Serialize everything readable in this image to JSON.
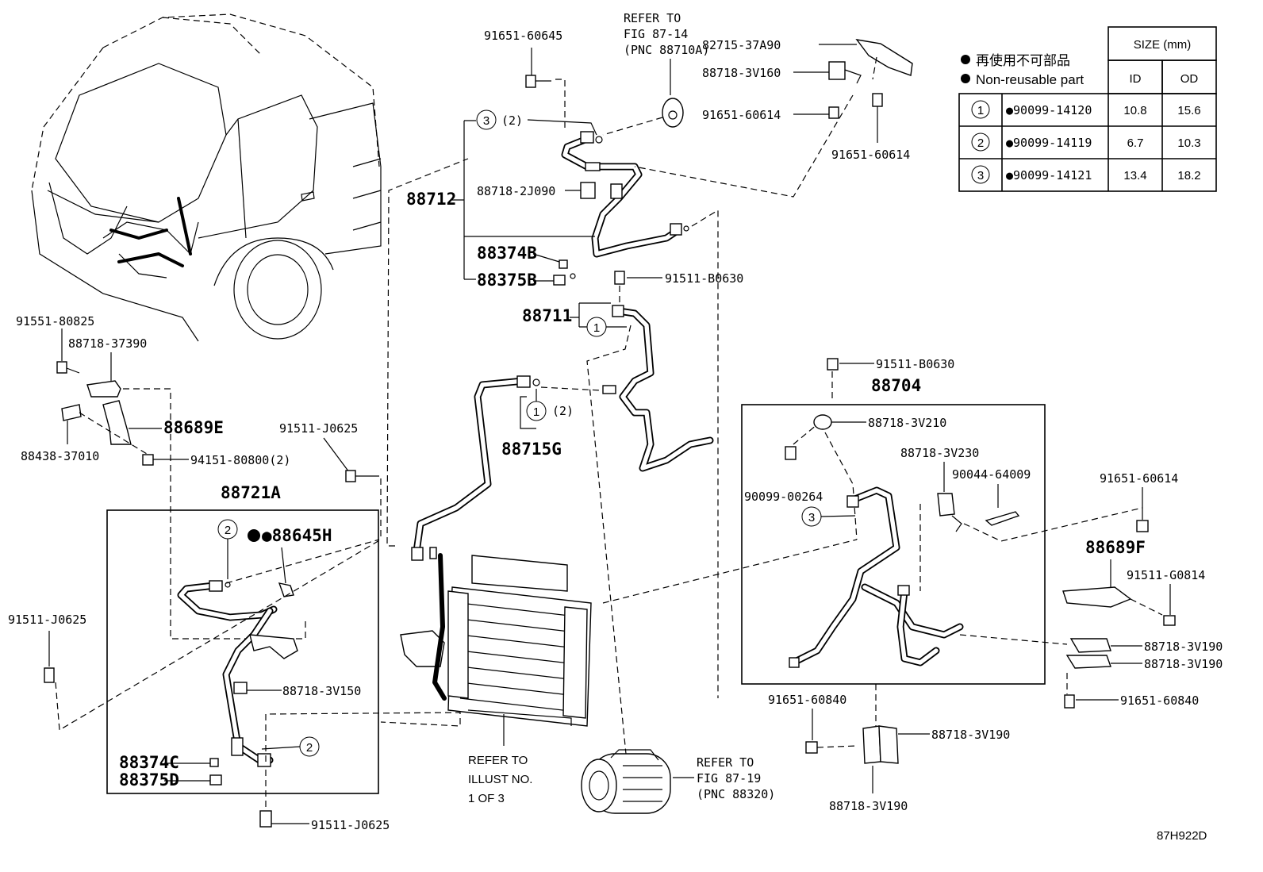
{
  "diagram_code": "87H922D",
  "legend": {
    "jp_note": "再使用不可部品",
    "en_note": "Non-reusable part",
    "size_header": "SIZE (mm)",
    "col_id": "ID",
    "col_od": "OD",
    "rows": [
      {
        "num": "1",
        "part": "●90099-14120",
        "id": "10.8",
        "od": "15.6"
      },
      {
        "num": "2",
        "part": "●90099-14119",
        "id": "6.7",
        "od": "10.3"
      },
      {
        "num": "3",
        "part": "●90099-14121",
        "id": "13.4",
        "od": "18.2"
      }
    ]
  },
  "refs": {
    "r1_l1": "REFER TO",
    "r1_l2": "FIG 87-14",
    "r1_l3": "(PNC 88710A)",
    "r2_l1": "REFER TO",
    "r2_l2": "ILLUST NO.",
    "r2_l3": "1 OF 3",
    "r3_l1": "REFER TO",
    "r3_l2": "FIG 87-19",
    "r3_l3": "(PNC 88320)"
  },
  "callouts": {
    "c1": "1",
    "c2": "2",
    "c3": "3",
    "qty2": "(2)"
  },
  "labels": {
    "p91651_60645": "91651-60645",
    "p82715_37A90": "82715-37A90",
    "p88718_3V160": "88718-3V160",
    "p91651_60614a": "91651-60614",
    "p91651_60614b": "91651-60614",
    "p91651_60614c": "91651-60614",
    "p88712": "88712",
    "p88718_2J090": "88718-2J090",
    "p88374B": "88374B",
    "p88375B": "88375B",
    "p91511_B0630a": "91511-B0630",
    "p91511_B0630b": "91511-B0630",
    "p88711": "88711",
    "p88715G": "88715G",
    "p91551_80825": "91551-80825",
    "p88718_37390": "88718-37390",
    "p88689E": "88689E",
    "p88438_37010": "88438-37010",
    "p94151_80800": "94151-80800(2)",
    "p91511_J0625a": "91511-J0625",
    "p91511_J0625b": "91511-J0625",
    "p91511_J0625c": "91511-J0625",
    "p88721A": "88721A",
    "p88645H": "●88645H",
    "p88718_3V150": "88718-3V150",
    "p88374C": "88374C",
    "p88375D": "88375D",
    "p88704": "88704",
    "p88718_3V210": "88718-3V210",
    "p90099_00264": "90099-00264",
    "p88718_3V230": "88718-3V230",
    "p90044_64009": "90044-64009",
    "p88689F": "88689F",
    "p91511_G0814": "91511-G0814",
    "p88718_3V190a": "88718-3V190",
    "p88718_3V190b": "88718-3V190",
    "p88718_3V190c": "88718-3V190",
    "p88718_3V190d": "88718-3V190",
    "p91651_60840a": "91651-60840",
    "p91651_60840b": "91651-60840"
  }
}
